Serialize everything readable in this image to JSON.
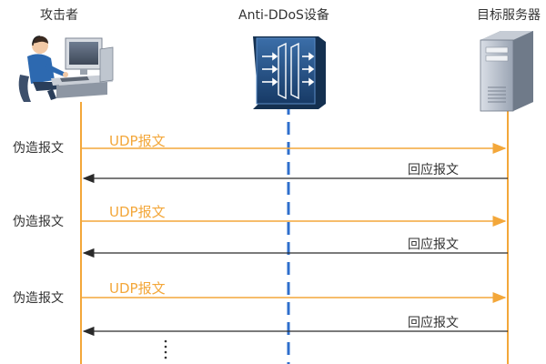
{
  "actors": {
    "attacker": "攻击者",
    "anti_ddos": "Anti-DDoS设备",
    "target_server": "目标服务器"
  },
  "messages": [
    {
      "side_label": "伪造报文",
      "request_label": "UDP报文",
      "response_label": "回应报文"
    },
    {
      "side_label": "伪造报文",
      "request_label": "UDP报文",
      "response_label": "回应报文"
    },
    {
      "side_label": "伪造报文",
      "request_label": "UDP报文",
      "response_label": "回应报文"
    }
  ],
  "colors": {
    "request_arrow": "#f3a73a",
    "response_arrow": "#2a2a2a",
    "attacker_lifeline": "#f3a73a",
    "device_lifeline": "#2f6fcc",
    "server_lifeline": "#f3a73a",
    "device_box": "#1f4a82"
  },
  "icons": {
    "attacker": "person-at-computer-icon",
    "anti_ddos": "anti-ddos-device-icon",
    "target_server": "server-tower-icon"
  }
}
